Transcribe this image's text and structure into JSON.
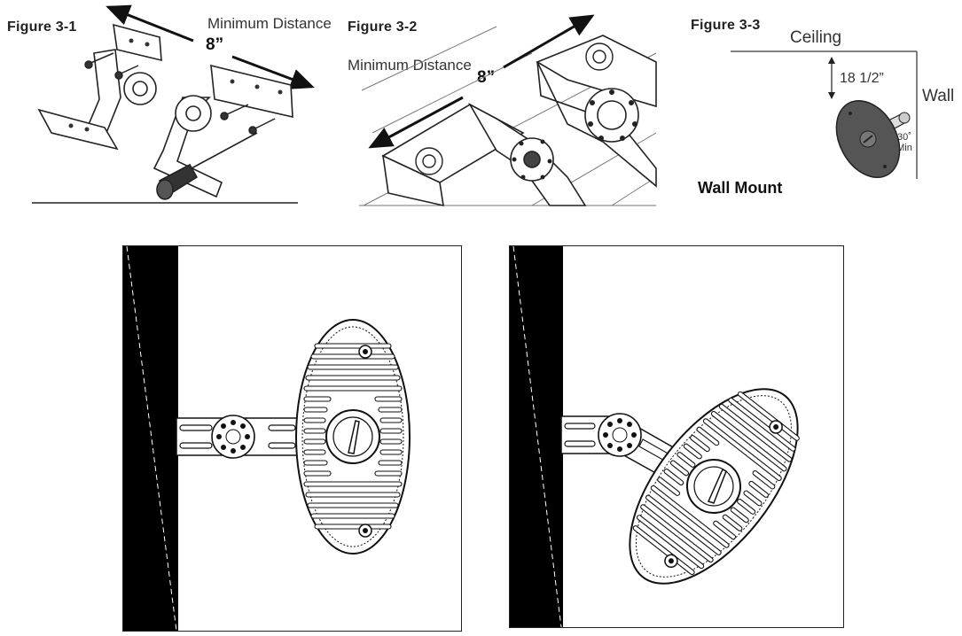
{
  "figures": {
    "fig31": {
      "title": "Figure 3-1",
      "label": "Minimum Distance",
      "value": "8”"
    },
    "fig32": {
      "title": "Figure 3-2",
      "label": "Minimum Distance",
      "value": "8”"
    },
    "fig33": {
      "title": "Figure 3-3",
      "ceiling": "Ceiling",
      "wall": "Wall",
      "distance": "18 1/2”",
      "angle": "30˚",
      "angle_note": "Min",
      "caption": "Wall Mount"
    }
  }
}
